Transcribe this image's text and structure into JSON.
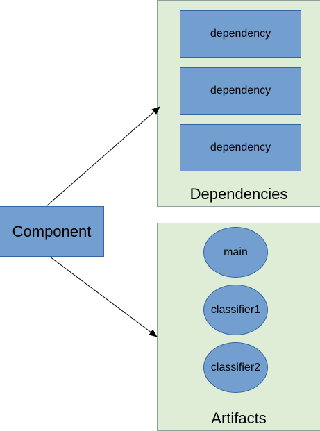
{
  "component": {
    "label": "Component"
  },
  "dependencies": {
    "title": "Dependencies",
    "items": [
      "dependency",
      "dependency",
      "dependency"
    ]
  },
  "artifacts": {
    "title": "Artifacts",
    "items": [
      "main",
      "classifier1",
      "classifier2"
    ]
  },
  "colors": {
    "node_fill": "#729fcf",
    "node_border": "#3465a4",
    "panel_fill": "#dfecd6",
    "panel_border": "#8fa0a0"
  }
}
